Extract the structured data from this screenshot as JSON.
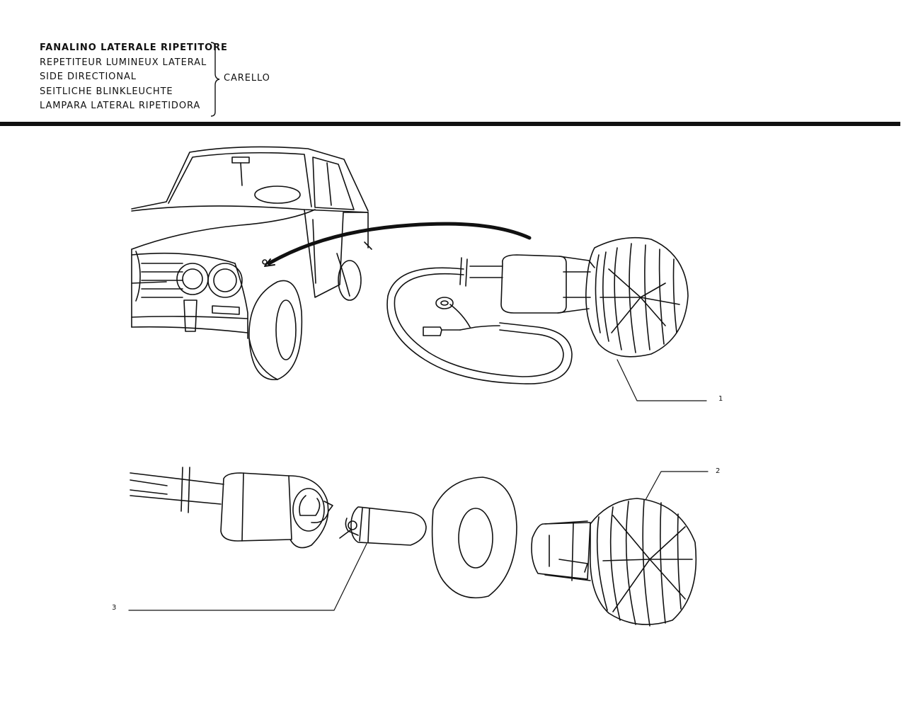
{
  "header": {
    "titles": [
      "FANALINO LATERALE RIPETITORE",
      "REPETITEUR LUMINEUX LATERAL",
      "SIDE DIRECTIONAL",
      "SEITLICHE BLINKLEUCHTE",
      "LAMPARA LATERAL RIPETIDORA"
    ],
    "manufacturer": "CARELLO"
  },
  "callouts": {
    "part1": "1",
    "part2": "2",
    "part3": "3"
  },
  "colors": {
    "ink": "#111111",
    "paper": "#ffffff"
  }
}
